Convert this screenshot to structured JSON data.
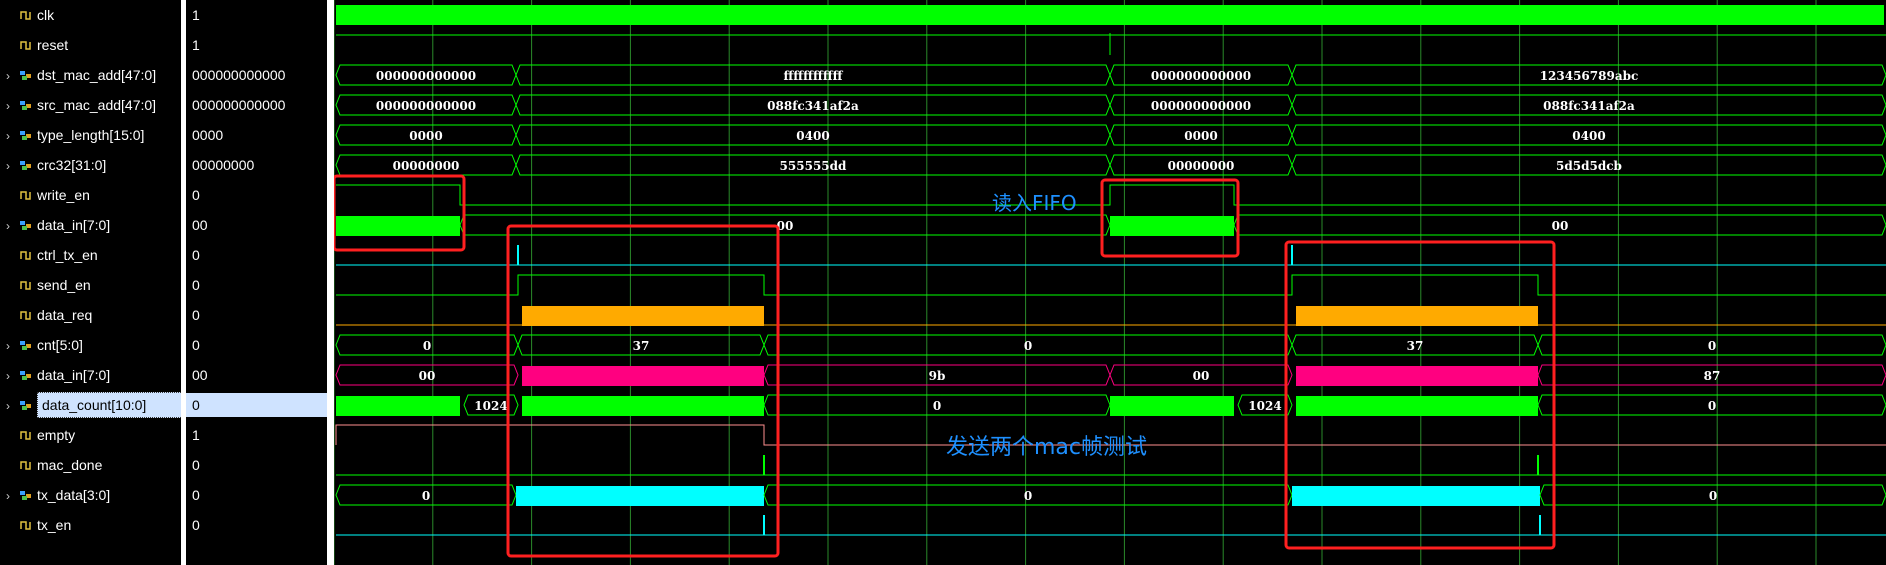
{
  "signals": [
    {
      "name": "clk",
      "value": "1",
      "bus": false,
      "icon": "bit-icon"
    },
    {
      "name": "reset",
      "value": "1",
      "bus": false,
      "icon": "bit-icon"
    },
    {
      "name": "dst_mac_add[47:0]",
      "value": "000000000000",
      "bus": true,
      "icon": "bus-icon"
    },
    {
      "name": "src_mac_add[47:0]",
      "value": "000000000000",
      "bus": true,
      "icon": "bus-icon"
    },
    {
      "name": "type_length[15:0]",
      "value": "0000",
      "bus": true,
      "icon": "bus-icon"
    },
    {
      "name": "crc32[31:0]",
      "value": "00000000",
      "bus": true,
      "icon": "bus-icon"
    },
    {
      "name": "write_en",
      "value": "0",
      "bus": false,
      "icon": "bit-icon"
    },
    {
      "name": "data_in[7:0]",
      "value": "00",
      "bus": true,
      "icon": "bus-icon"
    },
    {
      "name": "ctrl_tx_en",
      "value": "0",
      "bus": false,
      "icon": "bit-icon"
    },
    {
      "name": "send_en",
      "value": "0",
      "bus": false,
      "icon": "bit-icon"
    },
    {
      "name": "data_req",
      "value": "0",
      "bus": false,
      "icon": "bit-icon"
    },
    {
      "name": "cnt[5:0]",
      "value": "0",
      "bus": true,
      "icon": "bus-icon"
    },
    {
      "name": "data_in[7:0]",
      "value": "00",
      "bus": true,
      "icon": "bus-icon"
    },
    {
      "name": "data_count[10:0]",
      "value": "0",
      "bus": true,
      "icon": "bus-icon",
      "selected": true
    },
    {
      "name": "empty",
      "value": "1",
      "bus": false,
      "icon": "bit-icon"
    },
    {
      "name": "mac_done",
      "value": "0",
      "bus": false,
      "icon": "bit-icon"
    },
    {
      "name": "tx_data[3:0]",
      "value": "0",
      "bus": true,
      "icon": "bus-icon"
    },
    {
      "name": "tx_en",
      "value": "0",
      "bus": false,
      "icon": "bit-icon"
    }
  ],
  "bus_labels": {
    "dst_mac_add": [
      "000000000000",
      "ffffffffffff",
      "000000000000",
      "123456789abc"
    ],
    "src_mac_add": [
      "000000000000",
      "088fc341af2a",
      "000000000000",
      "088fc341af2a"
    ],
    "type_length": [
      "0000",
      "0400",
      "0000",
      "0400"
    ],
    "crc32": [
      "00000000",
      "555555dd",
      "00000000",
      "5d5d5dcb"
    ],
    "data_in_a": [
      "00",
      "00"
    ],
    "cnt": [
      "0",
      "37",
      "0",
      "37",
      "0"
    ],
    "data_in_b": [
      "00",
      "9b",
      "00",
      "87"
    ],
    "data_count": [
      "1024",
      "0",
      "1024",
      "0"
    ],
    "tx_data": [
      "0",
      "0",
      "0"
    ]
  },
  "annotations": {
    "fifo_label": "读入FIFO",
    "send_label": "发送两个mac帧测试"
  },
  "colors": {
    "wave_green": "#00ff00",
    "orange": "#ffaa00",
    "pink": "#ff0080",
    "cyan": "#00ffff",
    "grid": "#2a8a2a",
    "highlight_box": "#ff2020",
    "annotation_text": "#1e90ff"
  }
}
